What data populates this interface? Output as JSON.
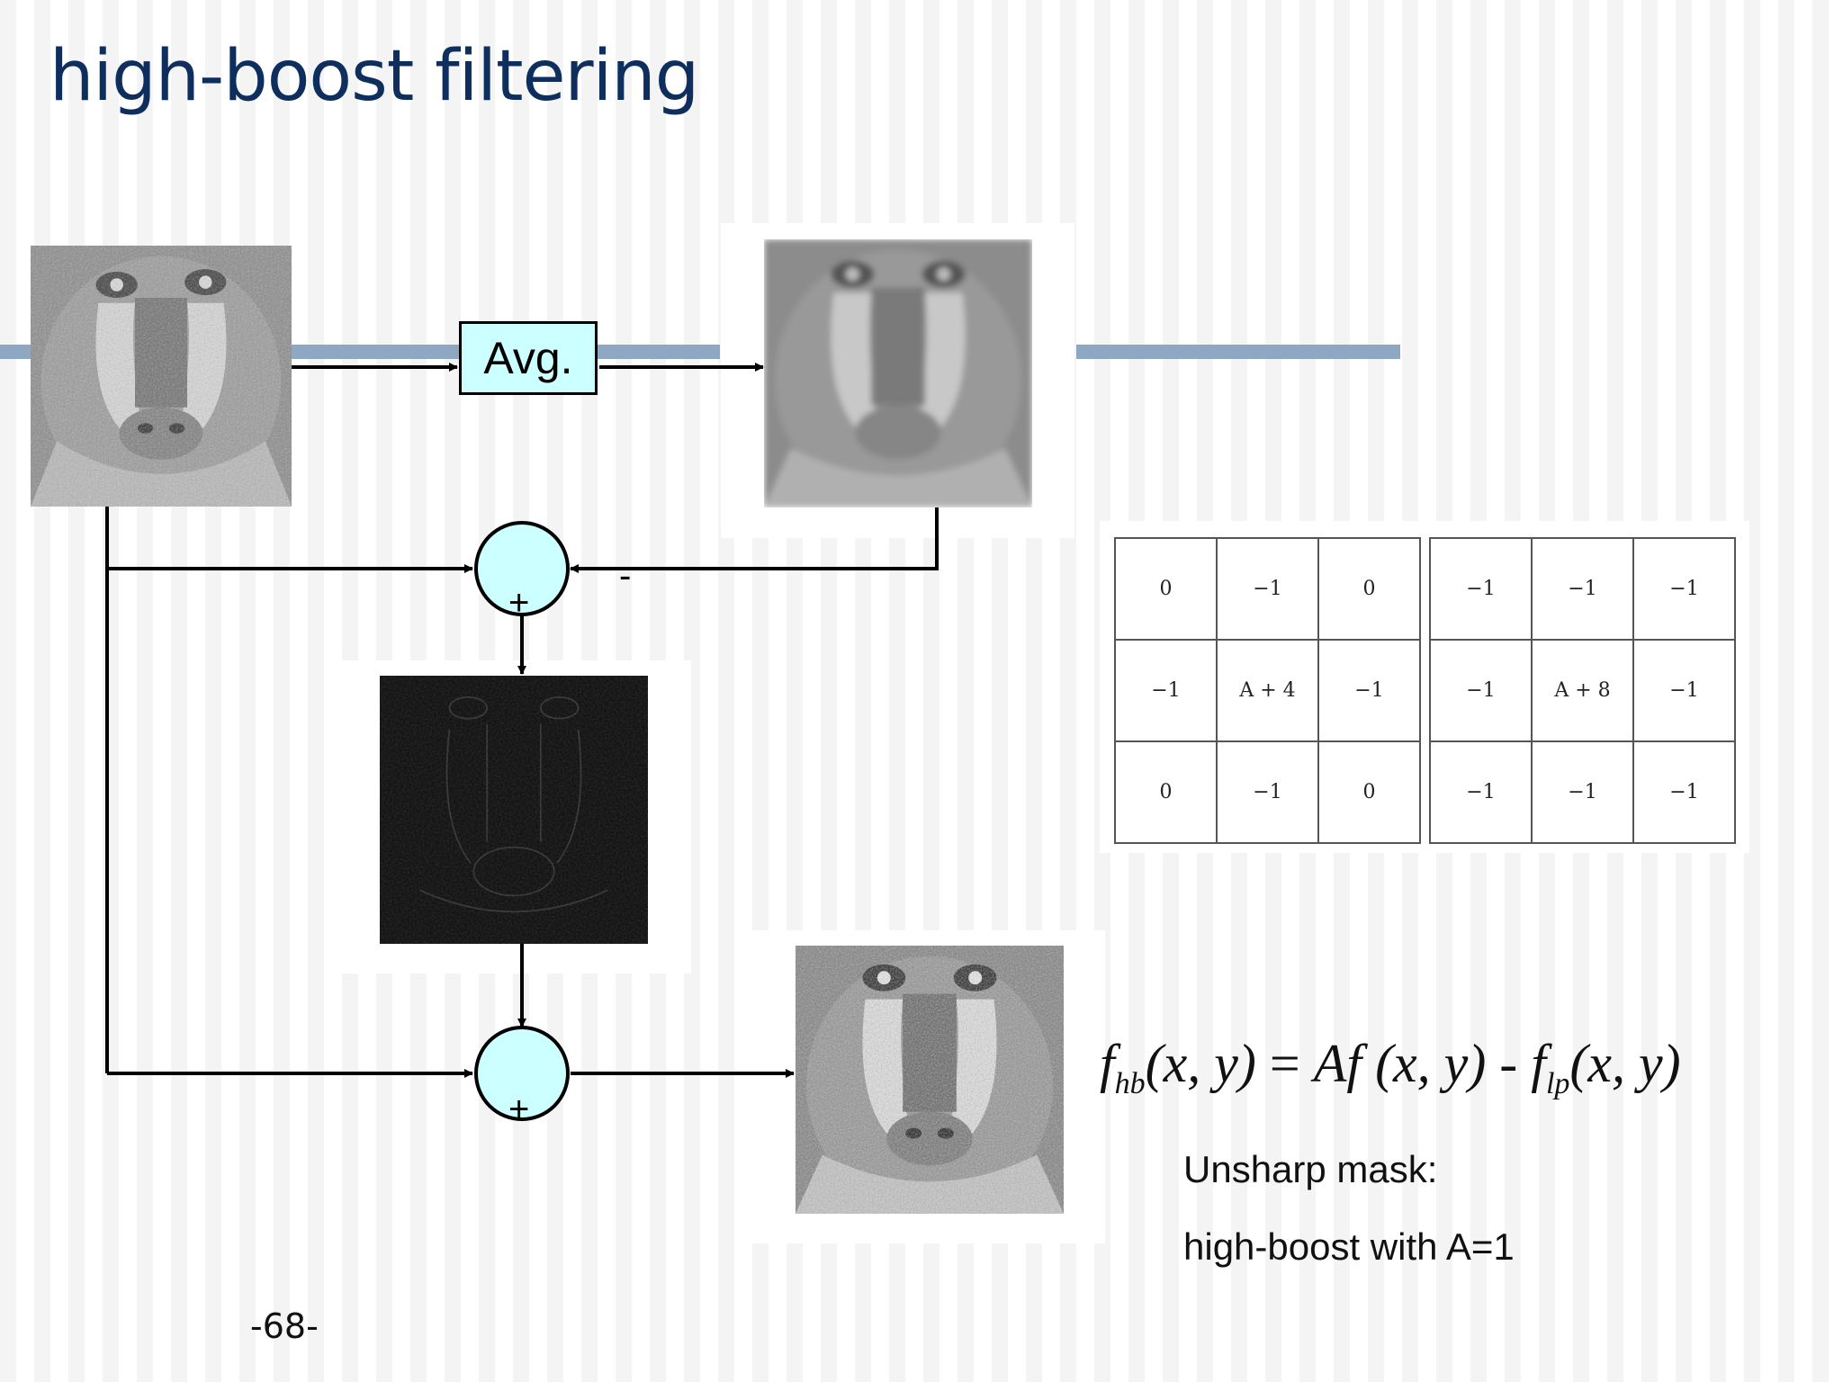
{
  "title": "high-boost filtering",
  "avg_label": "Avg.",
  "signs": {
    "minus": "-",
    "plus_top": "+",
    "plus_bottom": "+"
  },
  "kernels": [
    {
      "rows": [
        [
          "0",
          "−1",
          "0"
        ],
        [
          "−1",
          "A + 4",
          "−1"
        ],
        [
          "0",
          "−1",
          "0"
        ]
      ]
    },
    {
      "rows": [
        [
          "−1",
          "−1",
          "−1"
        ],
        [
          "−1",
          "A + 8",
          "−1"
        ],
        [
          "−1",
          "−1",
          "−1"
        ]
      ]
    }
  ],
  "formula": {
    "f1": "f",
    "sub1": "hb",
    "args1": "(x, y)",
    "eq": " = ",
    "rhs": "Af (x, y)",
    "minus": " - ",
    "f2": "f",
    "sub2": "lp",
    "args2": "(x, y)"
  },
  "note_line1": "Unsharp mask:",
  "note_line2": "high-boost with A=1",
  "page_number": "-68-",
  "colors": {
    "title": "#0e2f5e",
    "band": "#8ea8c4",
    "node_fill": "#ccffff"
  }
}
